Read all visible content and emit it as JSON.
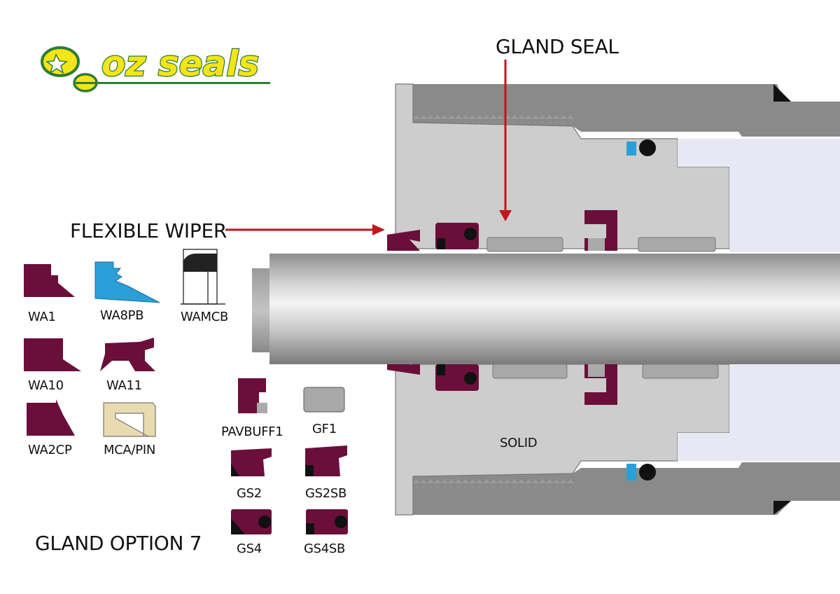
{
  "logo": {
    "text": "oz seals"
  },
  "callouts": {
    "gland_seal": "GLAND SEAL",
    "flexible_wiper": "FLEXIBLE WIPER"
  },
  "gland_option": "GLAND OPTION 7",
  "body_label": "SOLID",
  "wiper_profiles": [
    "WA1",
    "WA8PB",
    "WAMCB",
    "WA10",
    "WA11",
    "WA2CP",
    "MCA/PIN"
  ],
  "seal_profiles": [
    "PAVBUFF1",
    "GF1",
    "GS2",
    "GS2SB",
    "GS4",
    "GS4SB"
  ],
  "colors": {
    "seal": "#6b0f3a",
    "arrow": "#c0171e",
    "wa8pb": "#2a9fd8",
    "mca_pin": "#e9dbb0",
    "housing": "#cdcdcd",
    "barrel": "#8a8a8a",
    "bore": "#e8e8f4"
  },
  "icons": [
    "oz-seals-logo",
    "arrow-right",
    "arrow-down"
  ]
}
